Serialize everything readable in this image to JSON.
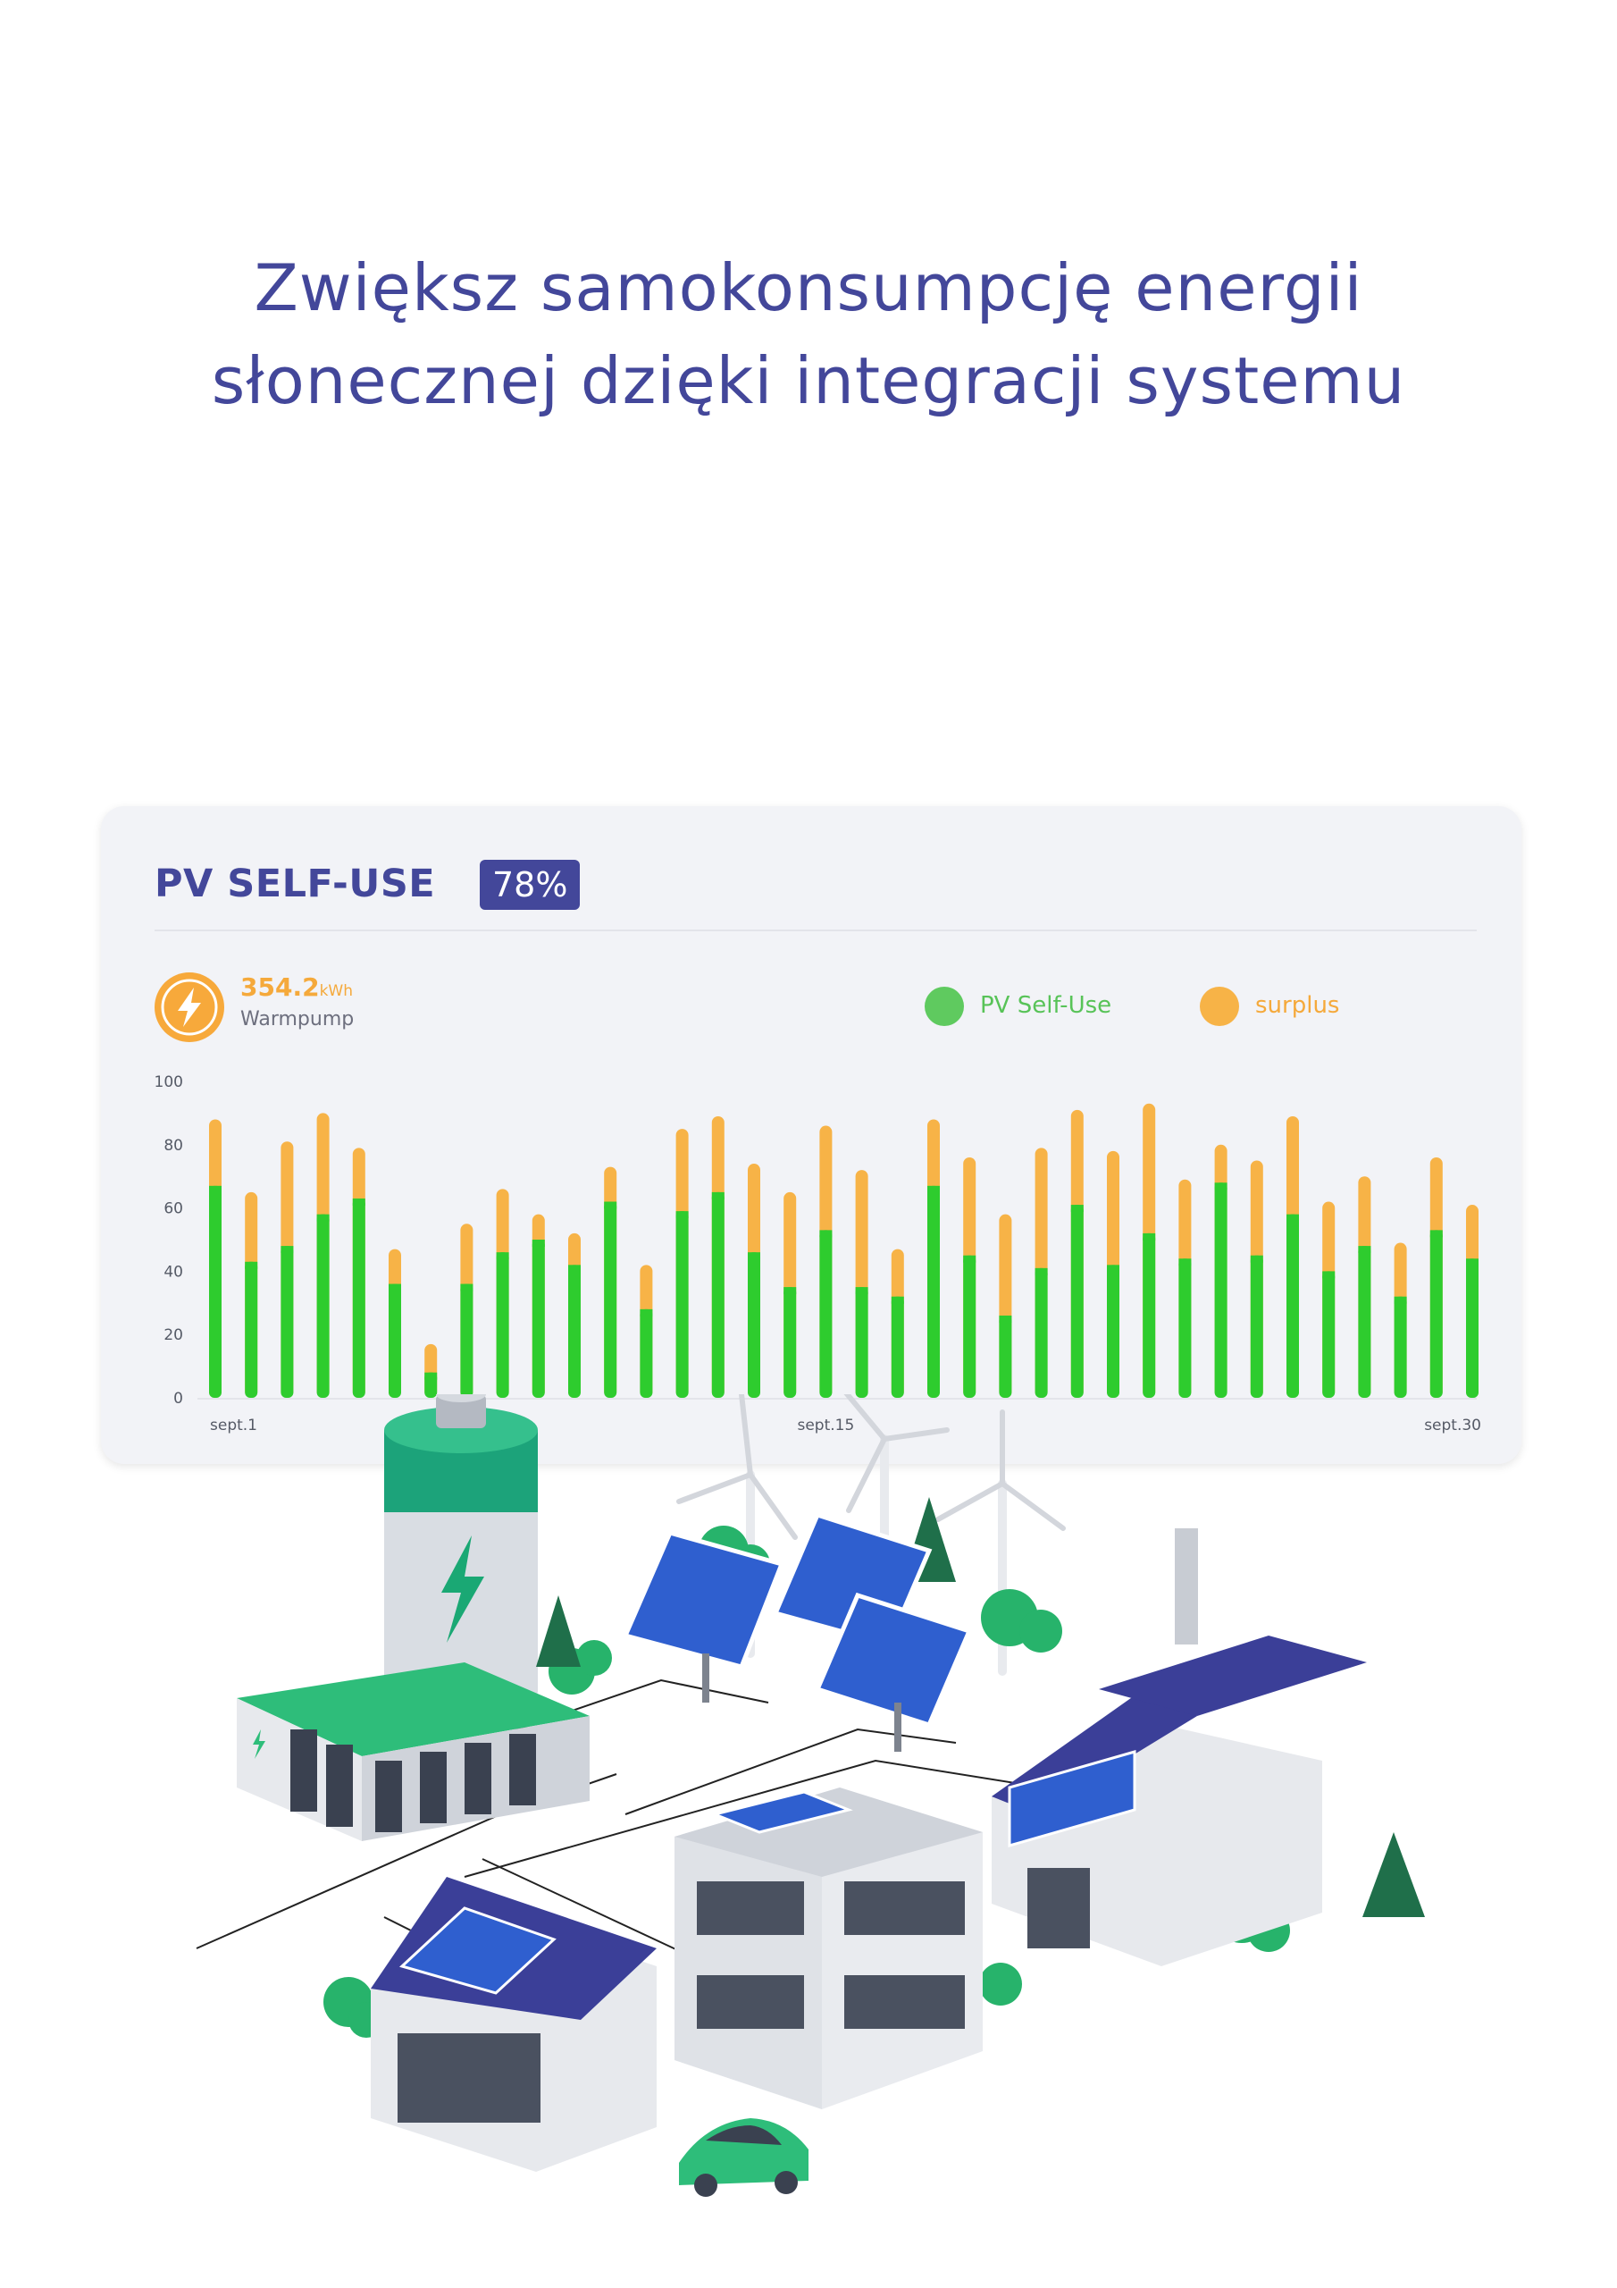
{
  "headline": {
    "line1": "Zwiększ samokonsumpcję energii",
    "line2": "słonecznej dzięki integracji systemu"
  },
  "card": {
    "title": "PV SELF-USE",
    "badge": "78%",
    "energy": {
      "value": "354.2",
      "unit": "kWh",
      "label": "Warmpump",
      "icon": "lightning-bolt-icon"
    }
  },
  "colors": {
    "accent": "#43479a",
    "self_use": "#2ecc2e",
    "surplus": "#f7b347"
  },
  "chart_data": {
    "type": "bar",
    "stacked": true,
    "ylim": [
      0,
      100
    ],
    "yticks": [
      0,
      20,
      40,
      60,
      80,
      100
    ],
    "x_tick_labels": [
      "sept.1",
      "sept.15",
      "sept.30"
    ],
    "x_tick_positions": [
      0,
      17,
      35
    ],
    "legend_position": "top-right",
    "series": [
      {
        "name": "PV Self-Use",
        "values": [
          67,
          43,
          48,
          58,
          63,
          36,
          8,
          36,
          46,
          50,
          42,
          62,
          28,
          59,
          65,
          46,
          35,
          53,
          35,
          32,
          67,
          45,
          26,
          41,
          61,
          42,
          52,
          44,
          68,
          45,
          58,
          40,
          48,
          32,
          53,
          44
        ]
      },
      {
        "name": "surplus",
        "values": [
          21,
          22,
          33,
          32,
          16,
          11,
          9,
          19,
          20,
          8,
          10,
          11,
          14,
          26,
          24,
          28,
          30,
          33,
          37,
          15,
          21,
          31,
          32,
          38,
          30,
          36,
          41,
          25,
          12,
          30,
          31,
          22,
          22,
          17,
          23,
          17
        ]
      }
    ]
  }
}
